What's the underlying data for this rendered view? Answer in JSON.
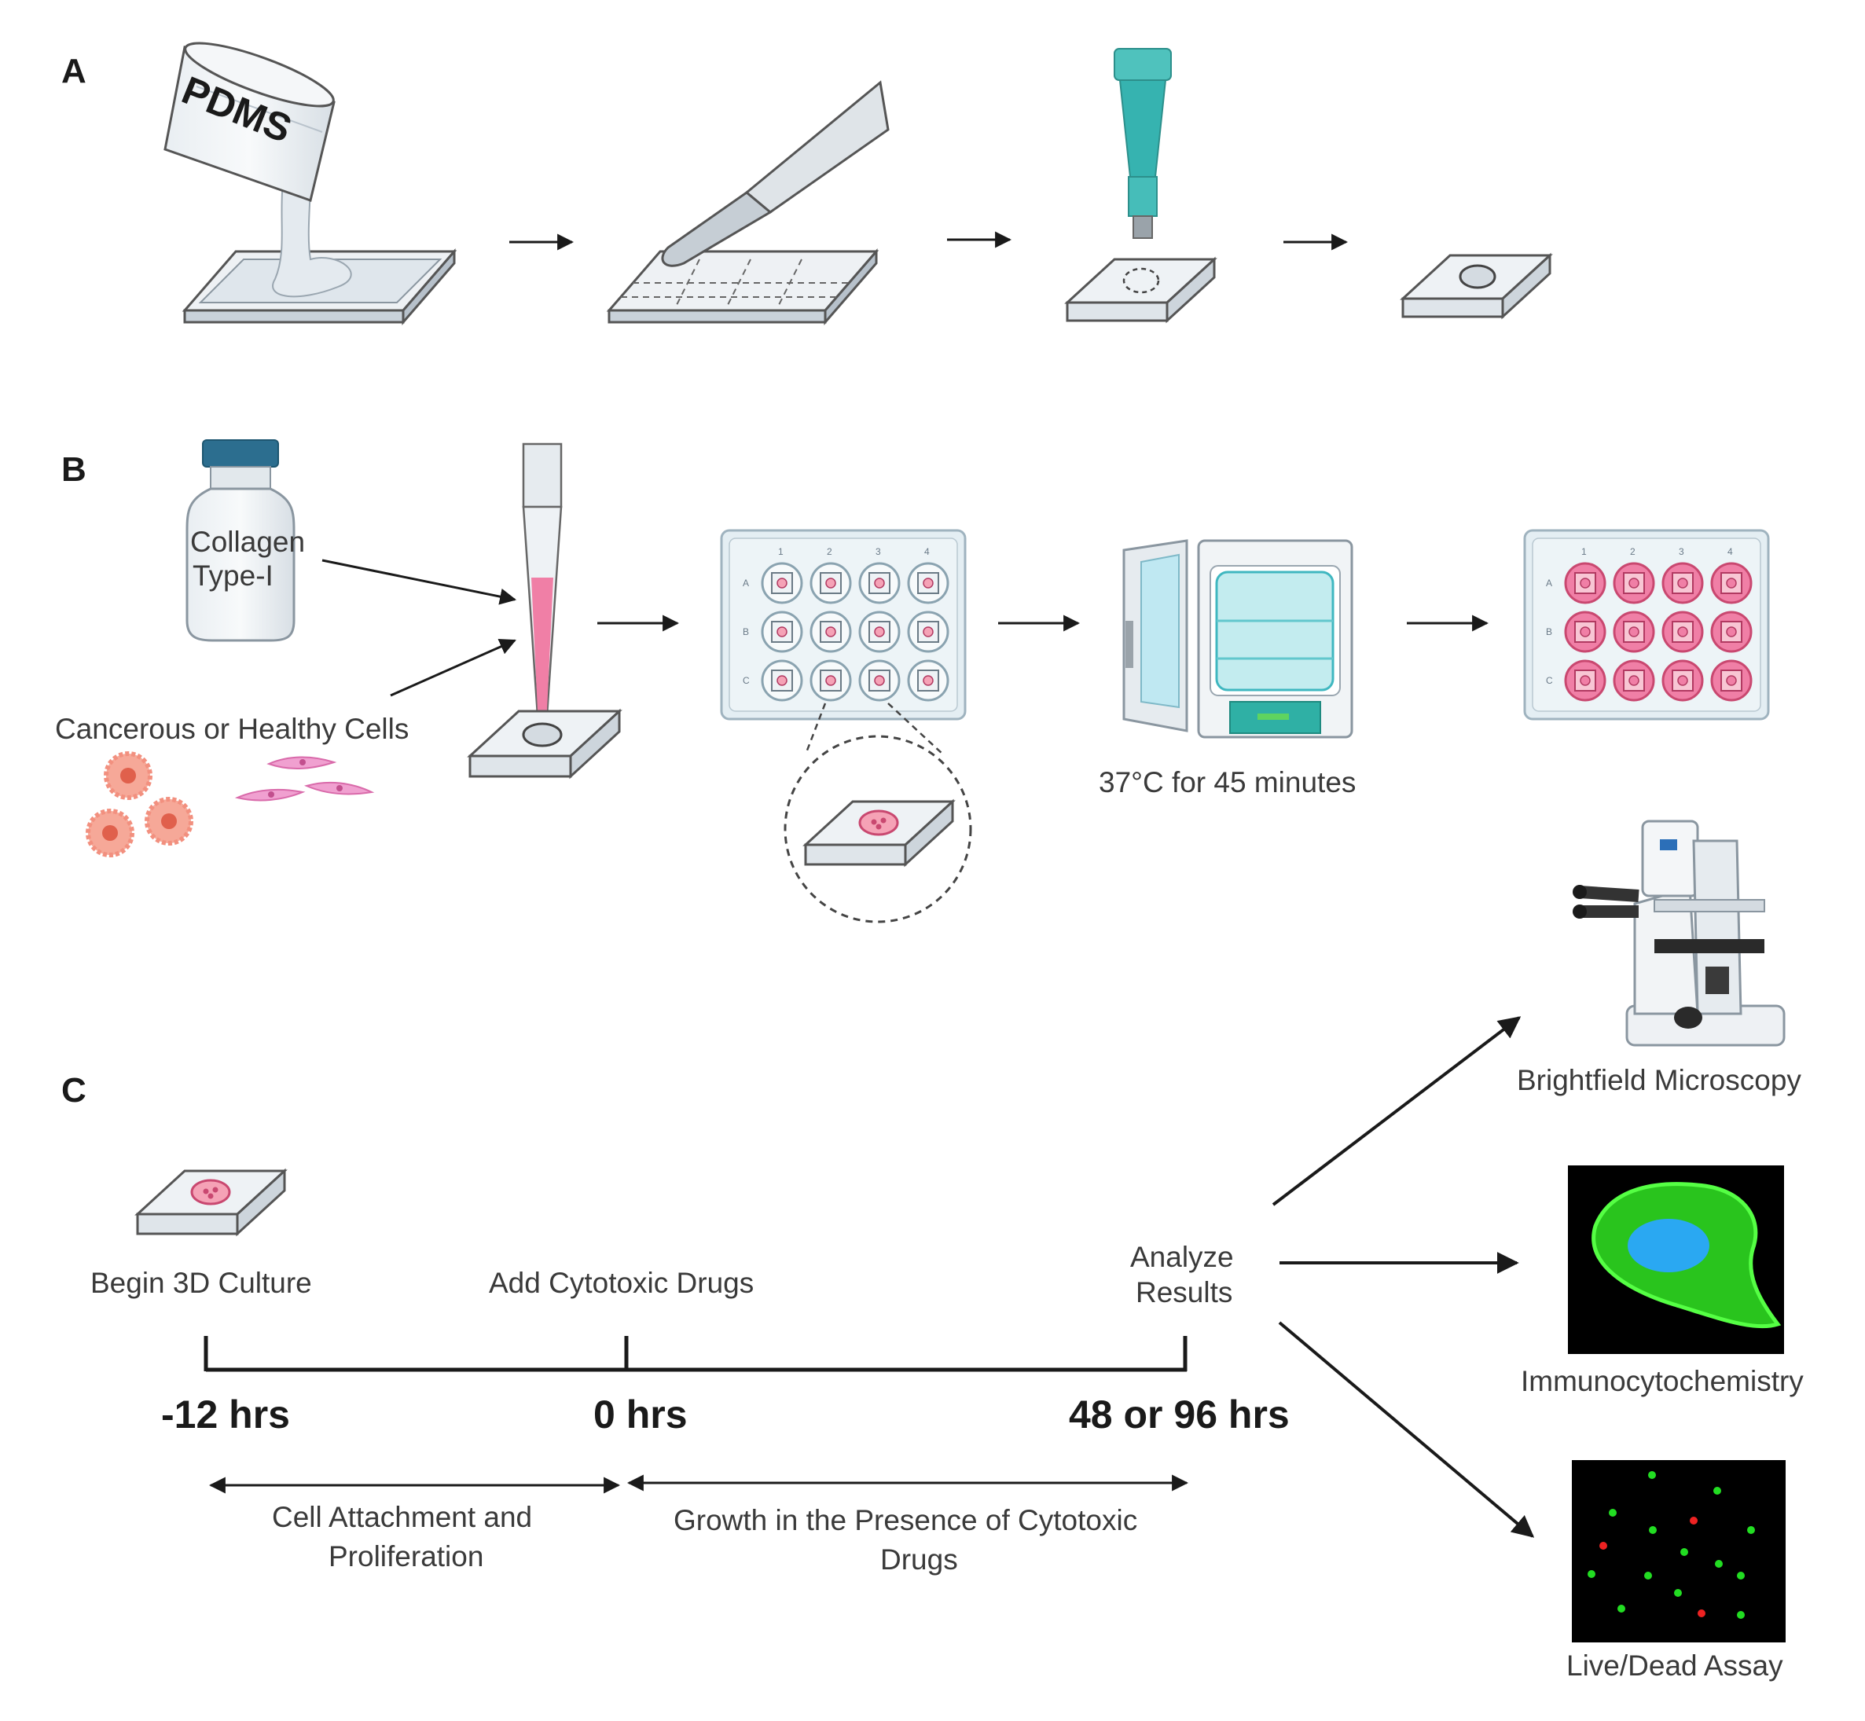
{
  "panels": {
    "a": "A",
    "b": "B",
    "c": "C"
  },
  "panel_a": {
    "beaker_label": "PDMS"
  },
  "panel_b": {
    "bottle_label_line1": "Collagen",
    "bottle_label_line2": "Type-I",
    "cells_label": "Cancerous or Healthy Cells",
    "incubation_label": "37°C for 45 minutes",
    "plate_columns": [
      "1",
      "2",
      "3",
      "4"
    ],
    "plate_rows": [
      "A",
      "B",
      "C"
    ]
  },
  "panel_c": {
    "begin_label": "Begin 3D Culture",
    "drugs_label": "Add Cytotoxic Drugs",
    "analyze_line1": "Analyze",
    "analyze_line2": "Results",
    "t_start": "-12 hrs",
    "t_zero": "0 hrs",
    "t_end": "48 or 96 hrs",
    "phase1_line1": "Cell Attachment and",
    "phase1_line2": "Proliferation",
    "phase2_line1": "Growth in the Presence of Cytotoxic",
    "phase2_line2": "Drugs",
    "out_microscopy": "Brightfield Microscopy",
    "out_icc": "Immunocytochemistry",
    "out_livedead": "Live/Dead Assay"
  },
  "colors": {
    "line": "#1a1a1a",
    "gel_pink": "#f07fa6",
    "cell_salmon": "#f2907f",
    "fibroblast_pink": "#f0a0d0",
    "teal": "#36b3b0",
    "cap_blue": "#2c6e8f",
    "icc_green": "#3fdc2a",
    "icc_blue": "#2aa8f2",
    "live_green": "#22dd22",
    "dead_red": "#ee2222"
  }
}
